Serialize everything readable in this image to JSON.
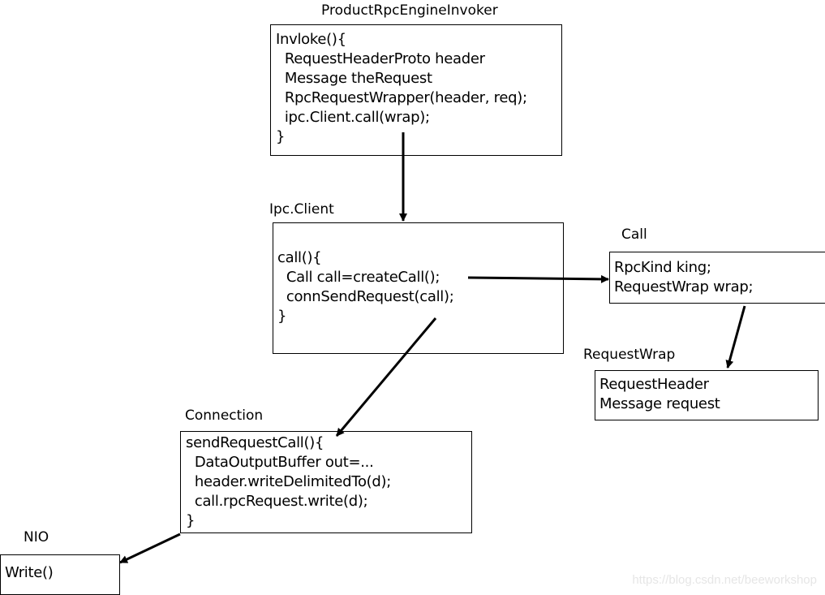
{
  "invoker": {
    "title": "ProductRpcEngineInvoker",
    "lines": [
      "Invloke(){",
      "  RequestHeaderProto header",
      "  Message theRequest",
      "  RpcRequestWrapper(header, req);",
      "  ipc.Client.call(wrap);",
      "}"
    ]
  },
  "client": {
    "title": "Ipc.Client",
    "lines": [
      "call(){",
      "  Call call=createCall();",
      "  connSendRequest(call);",
      "}"
    ]
  },
  "call": {
    "title": "Call",
    "lines": [
      "RpcKind king;",
      "RequestWrap wrap;"
    ]
  },
  "requestwrap": {
    "title": "RequestWrap",
    "lines": [
      "RequestHeader",
      "Message request"
    ]
  },
  "connection": {
    "title": "Connection",
    "lines": [
      "sendRequestCall(){",
      "  DataOutputBuffer out=...",
      "  header.writeDelimitedTo(d);",
      "  call.rpcRequest.write(d);",
      "}"
    ]
  },
  "nio": {
    "title": "NIO",
    "lines": [
      "Write()"
    ]
  },
  "watermark": "https://blog.csdn.net/beeworkshop"
}
